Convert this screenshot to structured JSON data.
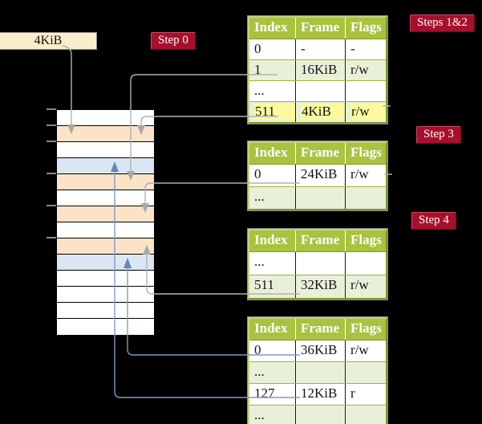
{
  "frame_box": {
    "label": "4KiB"
  },
  "labels": {
    "step0": "Step 0",
    "steps12": "Steps 1&2",
    "step3": "Step 3",
    "step4": "Step 4"
  },
  "memory": {
    "rows": [
      "white",
      "peach",
      "white",
      "blue",
      "peach",
      "white",
      "peach",
      "white",
      "peach",
      "blue",
      "white",
      "white",
      "white",
      "white"
    ],
    "tick_ys": [
      135,
      155,
      175,
      215,
      255,
      295
    ]
  },
  "tables": [
    {
      "title": "page table for steps 1 and 2",
      "headers": [
        "Index",
        "Frame",
        "Flags"
      ],
      "rows": [
        {
          "cells": [
            "0",
            "-",
            "-"
          ],
          "shaded": false,
          "highlight": false
        },
        {
          "cells": [
            "1",
            "16KiB",
            "r/w"
          ],
          "shaded": true,
          "highlight": false
        },
        {
          "cells": [
            "...",
            "",
            ""
          ],
          "shaded": false,
          "highlight": false
        },
        {
          "cells": [
            "511",
            "4KiB",
            "r/w"
          ],
          "shaded": true,
          "highlight": true
        }
      ]
    },
    {
      "title": "page table for step 3",
      "headers": [
        "Index",
        "Frame",
        "Flags"
      ],
      "rows": [
        {
          "cells": [
            "0",
            "24KiB",
            "r/w"
          ],
          "shaded": false,
          "highlight": false
        },
        {
          "cells": [
            "...",
            "",
            ""
          ],
          "shaded": true,
          "highlight": false
        }
      ]
    },
    {
      "title": "page table for step 4",
      "headers": [
        "Index",
        "Frame",
        "Flags"
      ],
      "rows": [
        {
          "cells": [
            "...",
            "",
            ""
          ],
          "shaded": false,
          "highlight": false
        },
        {
          "cells": [
            "511",
            "32KiB",
            "r/w"
          ],
          "shaded": true,
          "highlight": false
        }
      ]
    },
    {
      "title": "final page table",
      "headers": [
        "Index",
        "Frame",
        "Flags"
      ],
      "rows": [
        {
          "cells": [
            "0",
            "36KiB",
            "r/w"
          ],
          "shaded": false,
          "highlight": false
        },
        {
          "cells": [
            "...",
            "",
            ""
          ],
          "shaded": true,
          "highlight": false
        },
        {
          "cells": [
            "127",
            "12KiB",
            "r"
          ],
          "shaded": false,
          "highlight": false
        },
        {
          "cells": [
            "...",
            "",
            ""
          ],
          "shaded": true,
          "highlight": false
        }
      ]
    }
  ],
  "colors": {
    "background": "#000000",
    "badge_red": "#a6102d",
    "table_header_green": "#a8c33e",
    "table_border_olive": "#7e9b22",
    "row_shade_green": "#e9f0d9",
    "highlight_yellow": "#fcf99f",
    "page_peach": "#fbe3c8",
    "page_blue": "#dbe6f4",
    "frame_cream": "#faeecd",
    "connector_gray": "#b0b0b0",
    "connector_blue": "#7d99c7"
  }
}
